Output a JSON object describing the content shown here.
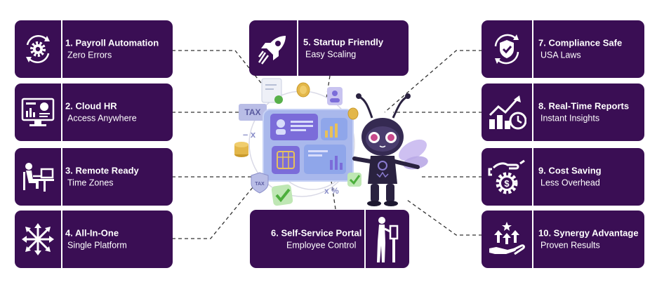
{
  "features": [
    {
      "id": "payroll",
      "title": "1. Payroll Automation",
      "subtitle": "Zero Errors",
      "icon": "gear-sync-icon"
    },
    {
      "id": "cloud",
      "title": "2. Cloud HR",
      "subtitle": "Access Anywhere",
      "icon": "dashboard-monitor-icon"
    },
    {
      "id": "remote",
      "title": "3. Remote Ready",
      "subtitle": "Time Zones",
      "icon": "remote-worker-icon"
    },
    {
      "id": "allinone",
      "title": "4. All-In-One",
      "subtitle": "Single Platform",
      "icon": "arrows-hub-icon"
    },
    {
      "id": "startup",
      "title": "5. Startup Friendly",
      "subtitle": "Easy Scaling",
      "icon": "rocket-icon"
    },
    {
      "id": "selfservice",
      "title": "6. Self-Service Portal",
      "subtitle": "Employee Control",
      "icon": "kiosk-user-icon"
    },
    {
      "id": "compliance",
      "title": "7. Compliance Safe",
      "subtitle": "USA Laws",
      "icon": "shield-check-icon"
    },
    {
      "id": "reports",
      "title": "8. Real-Time Reports",
      "subtitle": "Instant Insights",
      "icon": "chart-clock-icon"
    },
    {
      "id": "cost",
      "title": "9. Cost Saving",
      "subtitle": "Less Overhead",
      "icon": "money-gear-icon"
    },
    {
      "id": "synergy",
      "title": "10. Synergy Advantage",
      "subtitle": "Proven Results",
      "icon": "hand-growth-icon"
    }
  ],
  "illustration": {
    "tax_label_1": "TAX",
    "tax_label_2": "TAX",
    "math_symbols_1": "– x",
    "math_symbols_2": "x %"
  },
  "colors": {
    "card": "#3a0e54",
    "panel": "#a9b8ec",
    "tile": "#7b6cd9",
    "coin": "#e3b74a",
    "check": "#4caf3c",
    "wing": "#b9a9e6"
  }
}
